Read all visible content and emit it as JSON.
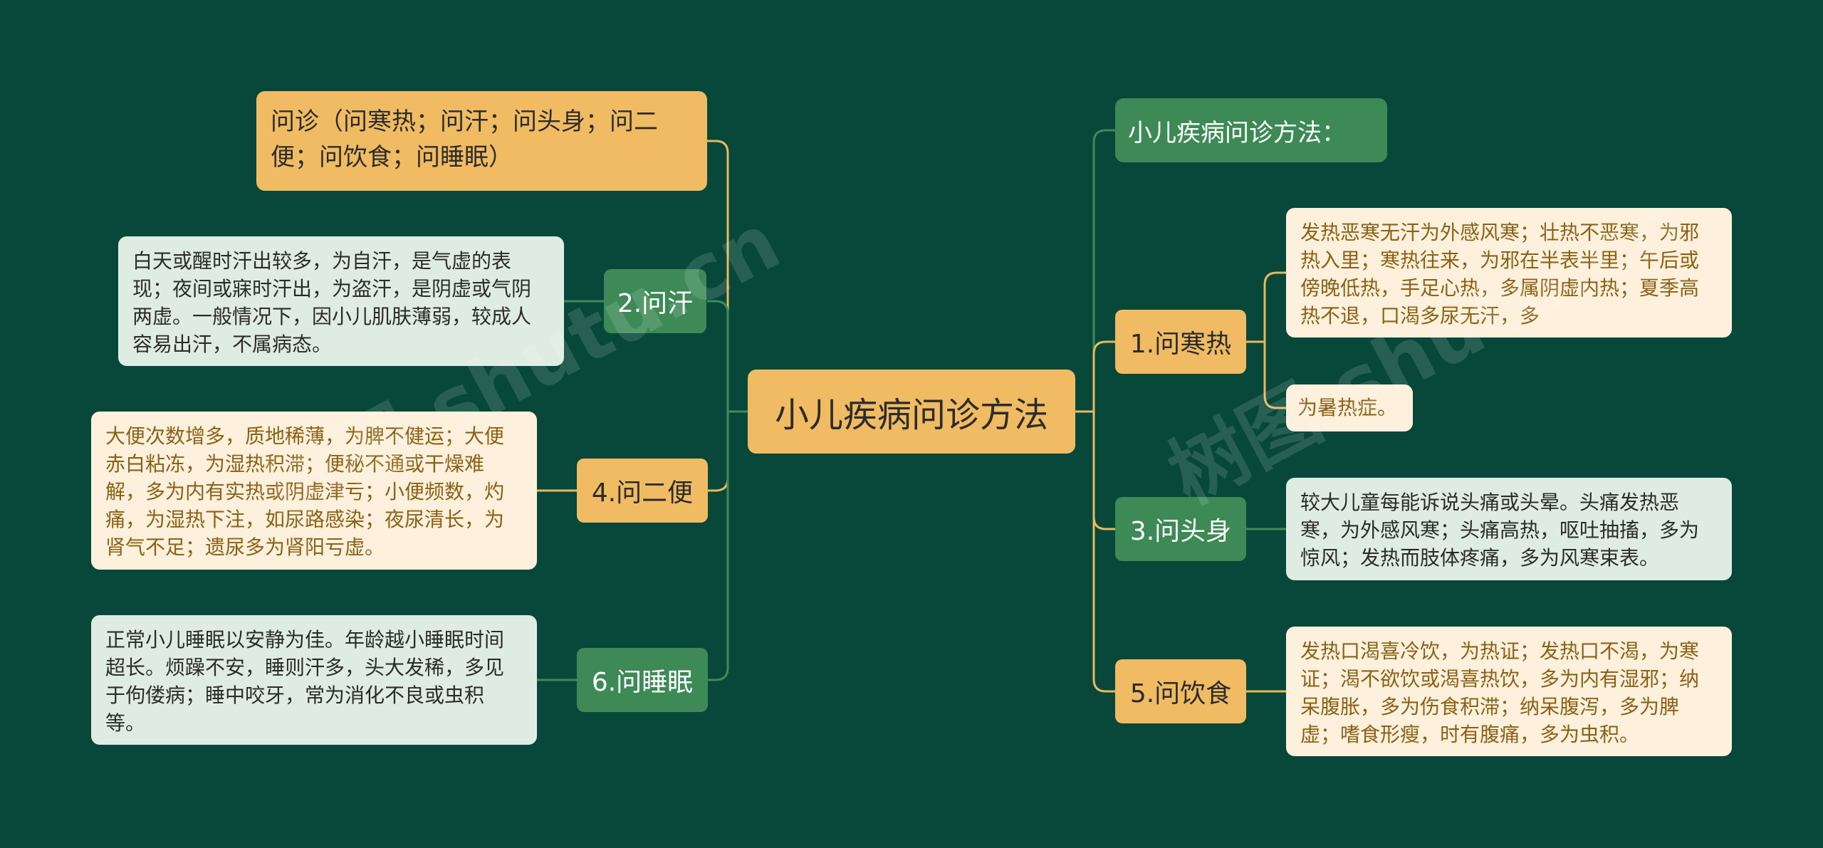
{
  "colors": {
    "background": "#08483a",
    "orange": "#f0bb62",
    "green": "#3d8a57",
    "cream": "#fdf0dc",
    "mint": "#dfece4",
    "line_orange": "#e9b95e",
    "line_green": "#3f8a59"
  },
  "center": {
    "title": "小儿疾病问诊方法"
  },
  "right": {
    "subtitle": "小儿疾病问诊方法：",
    "b1": {
      "label": "1.问寒热",
      "leaf1": "发热恶寒无汗为外感风寒；壮热不恶寒，为邪热入里；寒热往来，为邪在半表半里；午后或傍晚低热，手足心热，多属阴虚内热；夏季高热不退，口渴多尿无汗，多",
      "leaf2": "为暑热症。"
    },
    "b3": {
      "label": "3.问头身",
      "leaf": "较大儿童每能诉说头痛或头晕。头痛发热恶寒，为外感风寒；头痛高热，呕吐抽搐，多为惊风；发热而肢体疼痛，多为风寒束表。"
    },
    "b5": {
      "label": "5.问饮食",
      "leaf": "发热口渴喜冷饮，为热证；发热口不渴，为寒证；渴不欲饮或渴喜热饮，多为内有湿邪；纳呆腹胀，多为伤食积滞；纳呆腹泻，多为脾虚；嗜食形瘦，时有腹痛，多为虫积。"
    }
  },
  "left": {
    "top": "问诊（问寒热；问汗；问头身；问二便；问饮食；问睡眠）",
    "b2": {
      "label": "2.问汗",
      "leaf": "白天或醒时汗出较多，为自汗，是气虚的表现；夜间或寐时汗出，为盗汗，是阴虚或气阴两虚。一般情况下，因小儿肌肤薄弱，较成人容易出汗，不属病态。"
    },
    "b4": {
      "label": "4.问二便",
      "leaf": "大便次数增多，质地稀薄，为脾不健运；大便赤白粘冻，为湿热积滞；便秘不通或干燥难解，多为内有实热或阴虚津亏；小便频数，灼痛，为湿热下注，如尿路感染；夜尿清长，为肾气不足；遗尿多为肾阳亏虚。"
    },
    "b6": {
      "label": "6.问睡眠",
      "leaf": "正常小儿睡眠以安静为佳。年龄越小睡眠时间超长。烦躁不安，睡则汗多，头大发稀，多见于佝偻病；睡中咬牙，常为消化不良或虫积等。"
    }
  },
  "watermarks": [
    "树图 shutu.cn",
    "树图 shutu.cn"
  ]
}
